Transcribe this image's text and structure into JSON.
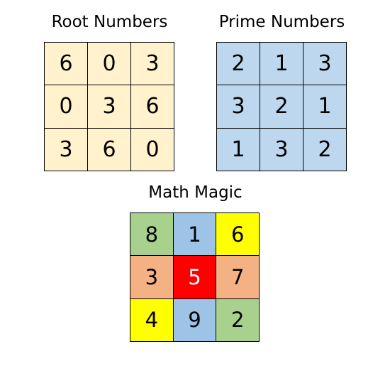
{
  "panels": {
    "root": {
      "title": "Root Numbers",
      "fill": "#FFF2CC",
      "cells": [
        "6",
        "0",
        "3",
        "0",
        "3",
        "6",
        "3",
        "6",
        "0"
      ]
    },
    "prime": {
      "title": "Prime Numbers",
      "fill": "#BDD7EE",
      "cells": [
        "2",
        "1",
        "3",
        "3",
        "2",
        "1",
        "1",
        "3",
        "2"
      ]
    },
    "magic": {
      "title": "Math Magic",
      "cells": [
        "8",
        "1",
        "6",
        "3",
        "5",
        "7",
        "4",
        "9",
        "2"
      ],
      "cell_fills": [
        "#A9D18E",
        "#9DC3E6",
        "#FFFF00",
        "#F4B183",
        "#FF0000",
        "#F4B183",
        "#FFFF00",
        "#9DC3E6",
        "#A9D18E"
      ],
      "cell_text_colors": [
        "#000000",
        "#000000",
        "#000000",
        "#000000",
        "#FFFFFF",
        "#000000",
        "#000000",
        "#000000",
        "#000000"
      ]
    }
  }
}
